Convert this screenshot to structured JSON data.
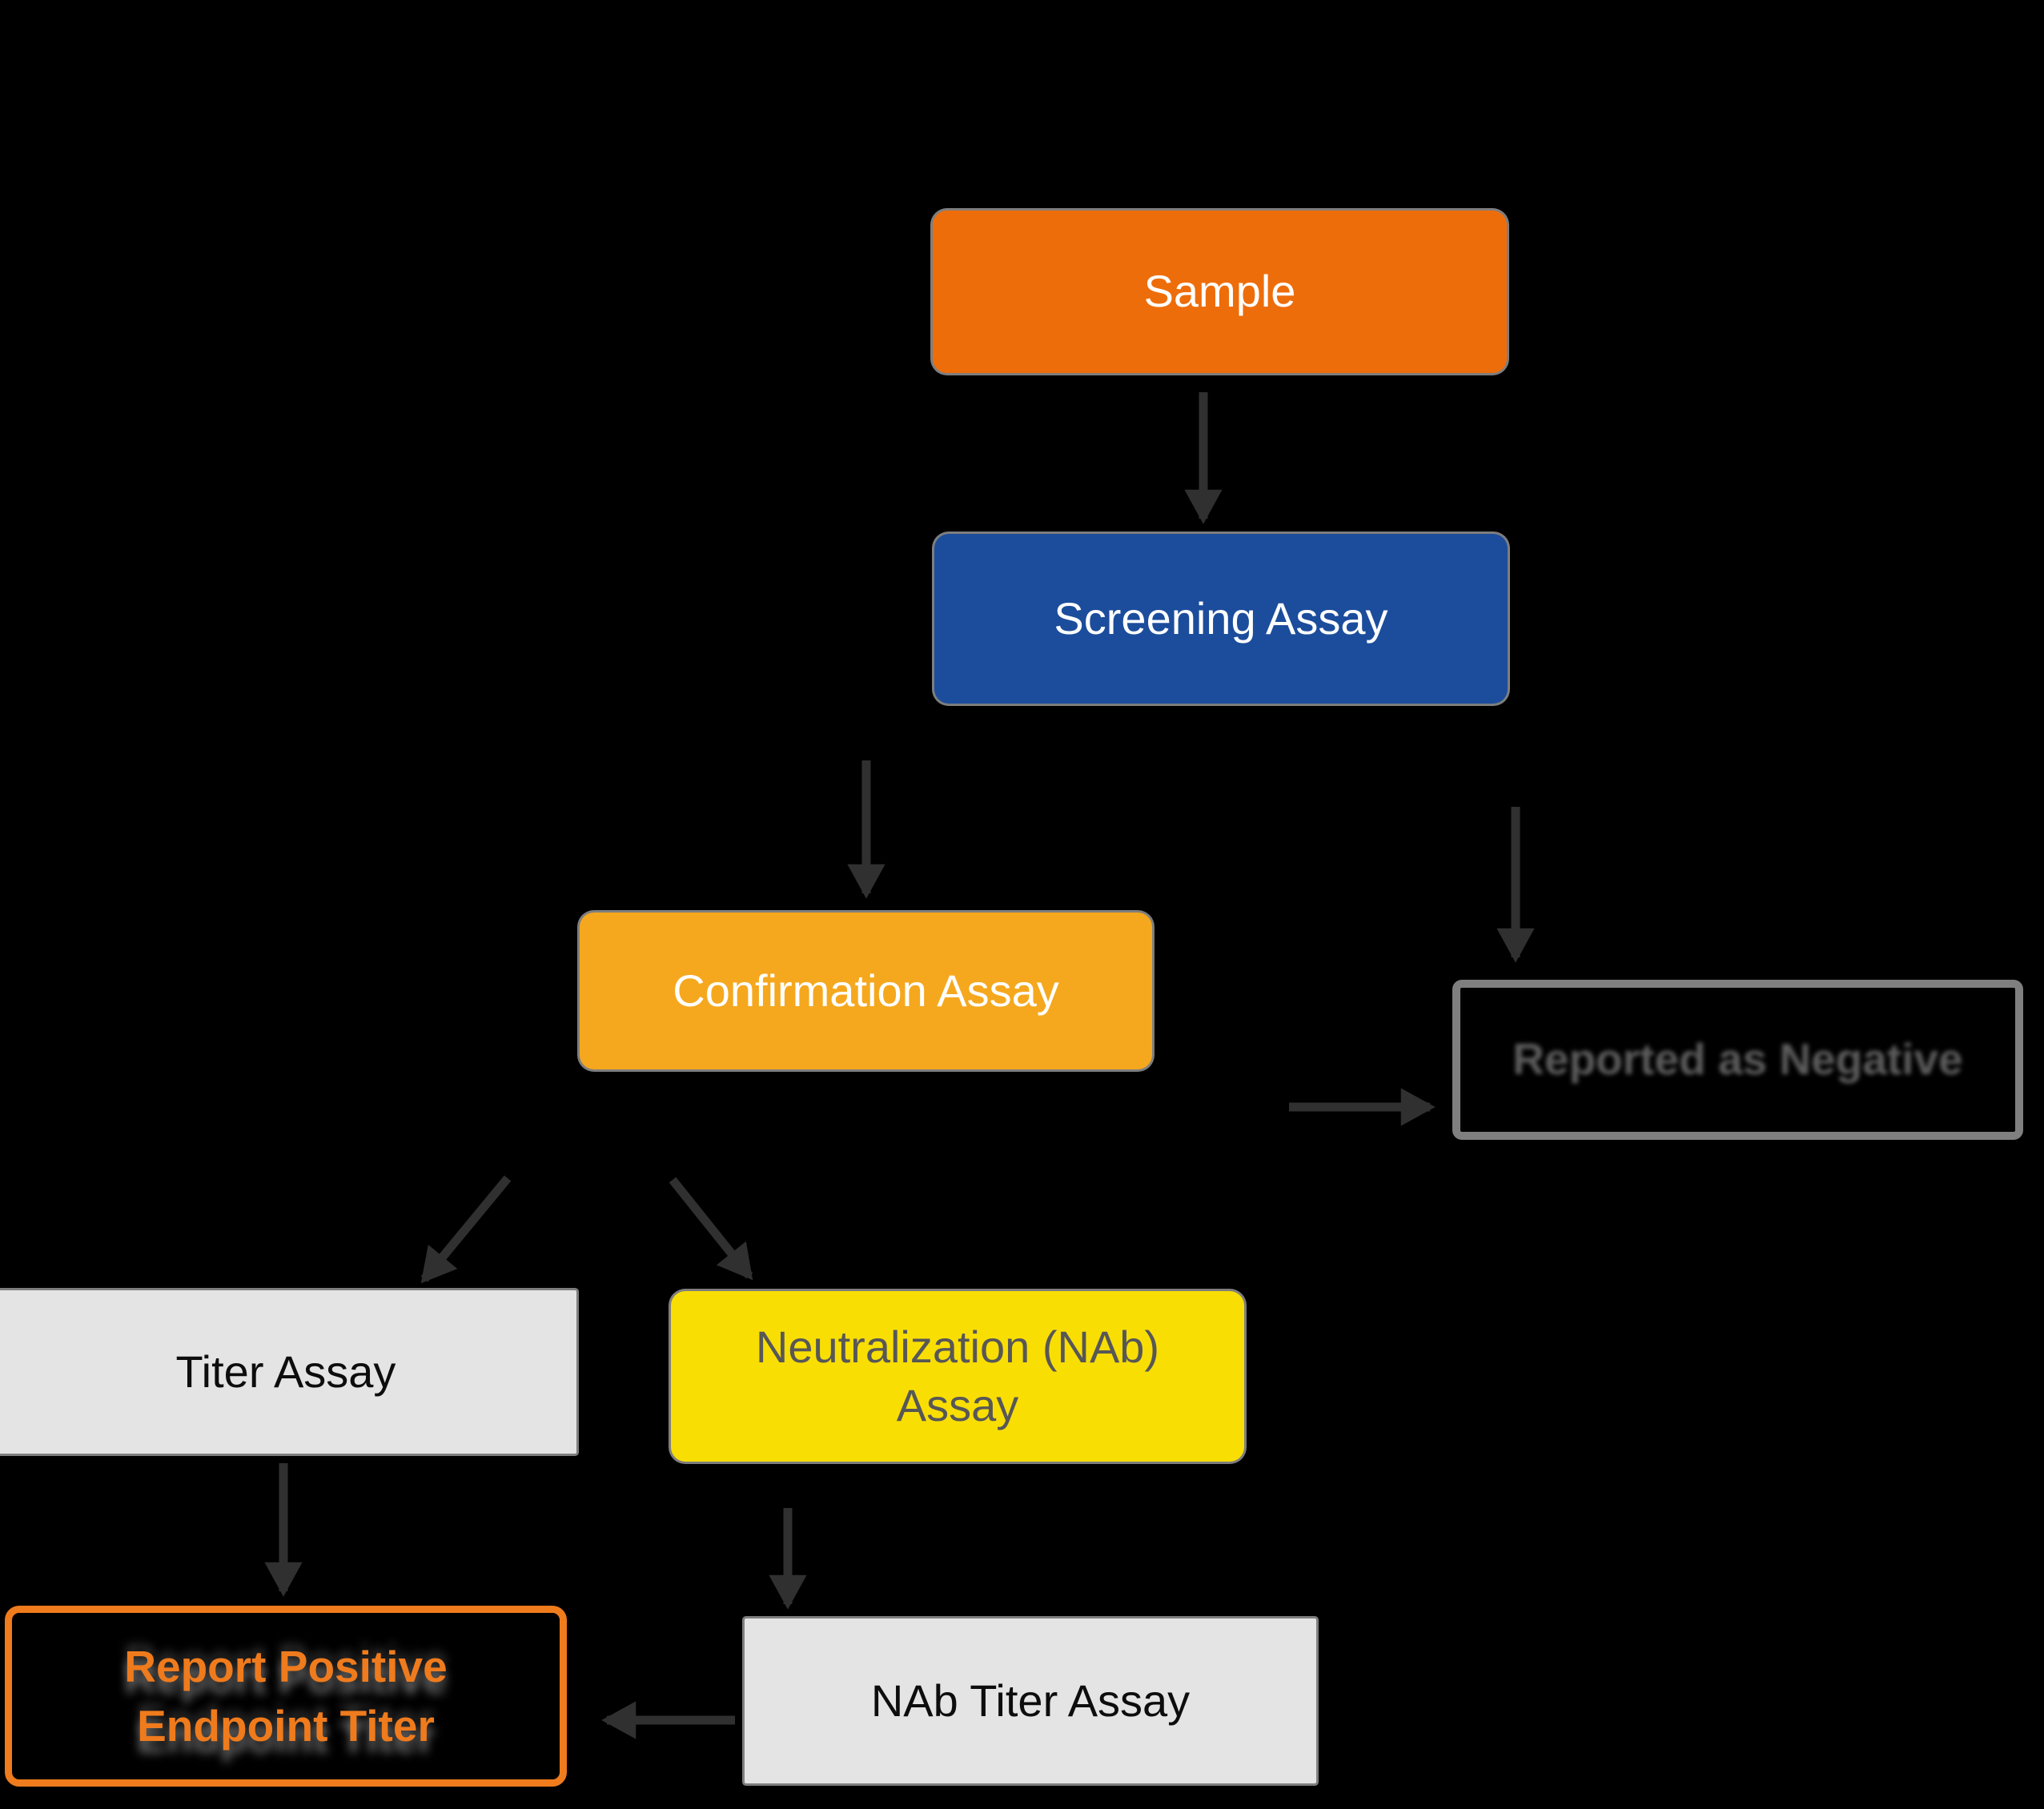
{
  "diagram": {
    "background_color": "#000000",
    "arrow_color": "#303030",
    "shadow_rim_color": "#949494",
    "nodes": [
      {
        "id": "sample",
        "label": "Sample",
        "bg": "#EE6D0B",
        "text_color": "#FFFFFF"
      },
      {
        "id": "screening-assay",
        "label": "Screening Assay",
        "bg": "#1C4D9C",
        "text_color": "#FFFFFF"
      },
      {
        "id": "confirmation-assay",
        "label": "Confirmation Assay",
        "bg": "#F5A81E",
        "text_color": "#FFFFFF"
      },
      {
        "id": "reported-as-negative",
        "label": "Reported as Negative",
        "bg": "transparent",
        "border_color": "#7F7F7F",
        "text_color": "#5C5C5C"
      },
      {
        "id": "titer-assay",
        "label": "Titer Assay",
        "bg": "#E4E4E4",
        "text_color": "#0D0D0D"
      },
      {
        "id": "neutralization-assay",
        "label": "Neutralization (NAb) Assay",
        "bg": "#F9DE04",
        "text_color": "#575757"
      },
      {
        "id": "report-positive-endpoint-titer",
        "label": "Report Positive Endpoint Titer",
        "bg": "#000000",
        "border_color": "#EF7B1D",
        "text_color": "#EF7B1D"
      },
      {
        "id": "nab-titer-assay",
        "label": "NAb Titer Assay",
        "bg": "#E4E4E4",
        "text_color": "#0D0D0D"
      }
    ],
    "edges": [
      {
        "from": "sample",
        "to": "screening-assay"
      },
      {
        "from": "screening-assay",
        "to": "confirmation-assay"
      },
      {
        "from": "screening-assay",
        "to": "reported-as-negative"
      },
      {
        "from": "confirmation-assay",
        "to": "reported-as-negative"
      },
      {
        "from": "confirmation-assay",
        "to": "titer-assay"
      },
      {
        "from": "confirmation-assay",
        "to": "neutralization-assay"
      },
      {
        "from": "titer-assay",
        "to": "report-positive-endpoint-titer"
      },
      {
        "from": "neutralization-assay",
        "to": "nab-titer-assay"
      },
      {
        "from": "nab-titer-assay",
        "to": "report-positive-endpoint-titer"
      }
    ]
  }
}
